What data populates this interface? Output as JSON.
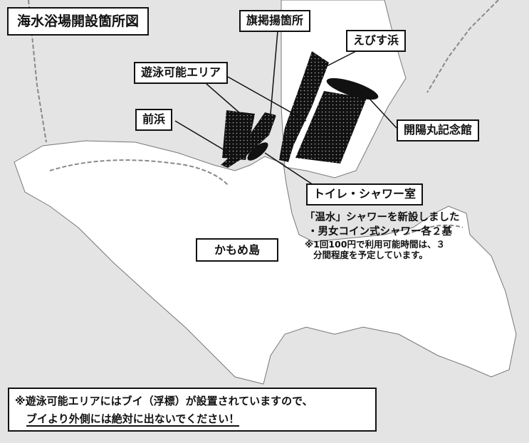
{
  "title": "海水浴場開設箇所図",
  "labels": {
    "flag": "旗掲揚箇所",
    "ebisu": "えびす浜",
    "swim_area": "遊泳可能エリア",
    "maehama": "前浜",
    "kaiyomaru": "開陽丸記念館",
    "toilet": "トイレ・シャワー室",
    "kamome": "かもめ島"
  },
  "notes": {
    "line1": "「温水」シャワーを新設しました",
    "line2": "・男女コイン式シャワー各２基",
    "line3": "※1回100円で利用可能時間は、３",
    "line4": "分間程度を予定しています。"
  },
  "warning": {
    "line1": "※遊泳可能エリアにはブイ（浮標）が設置されていますので、",
    "line2": "ブイより外側には絶対に出ないでください！"
  },
  "colors": {
    "background": "#e4e4e4",
    "land": "#ffffff",
    "feature": "#111111"
  }
}
